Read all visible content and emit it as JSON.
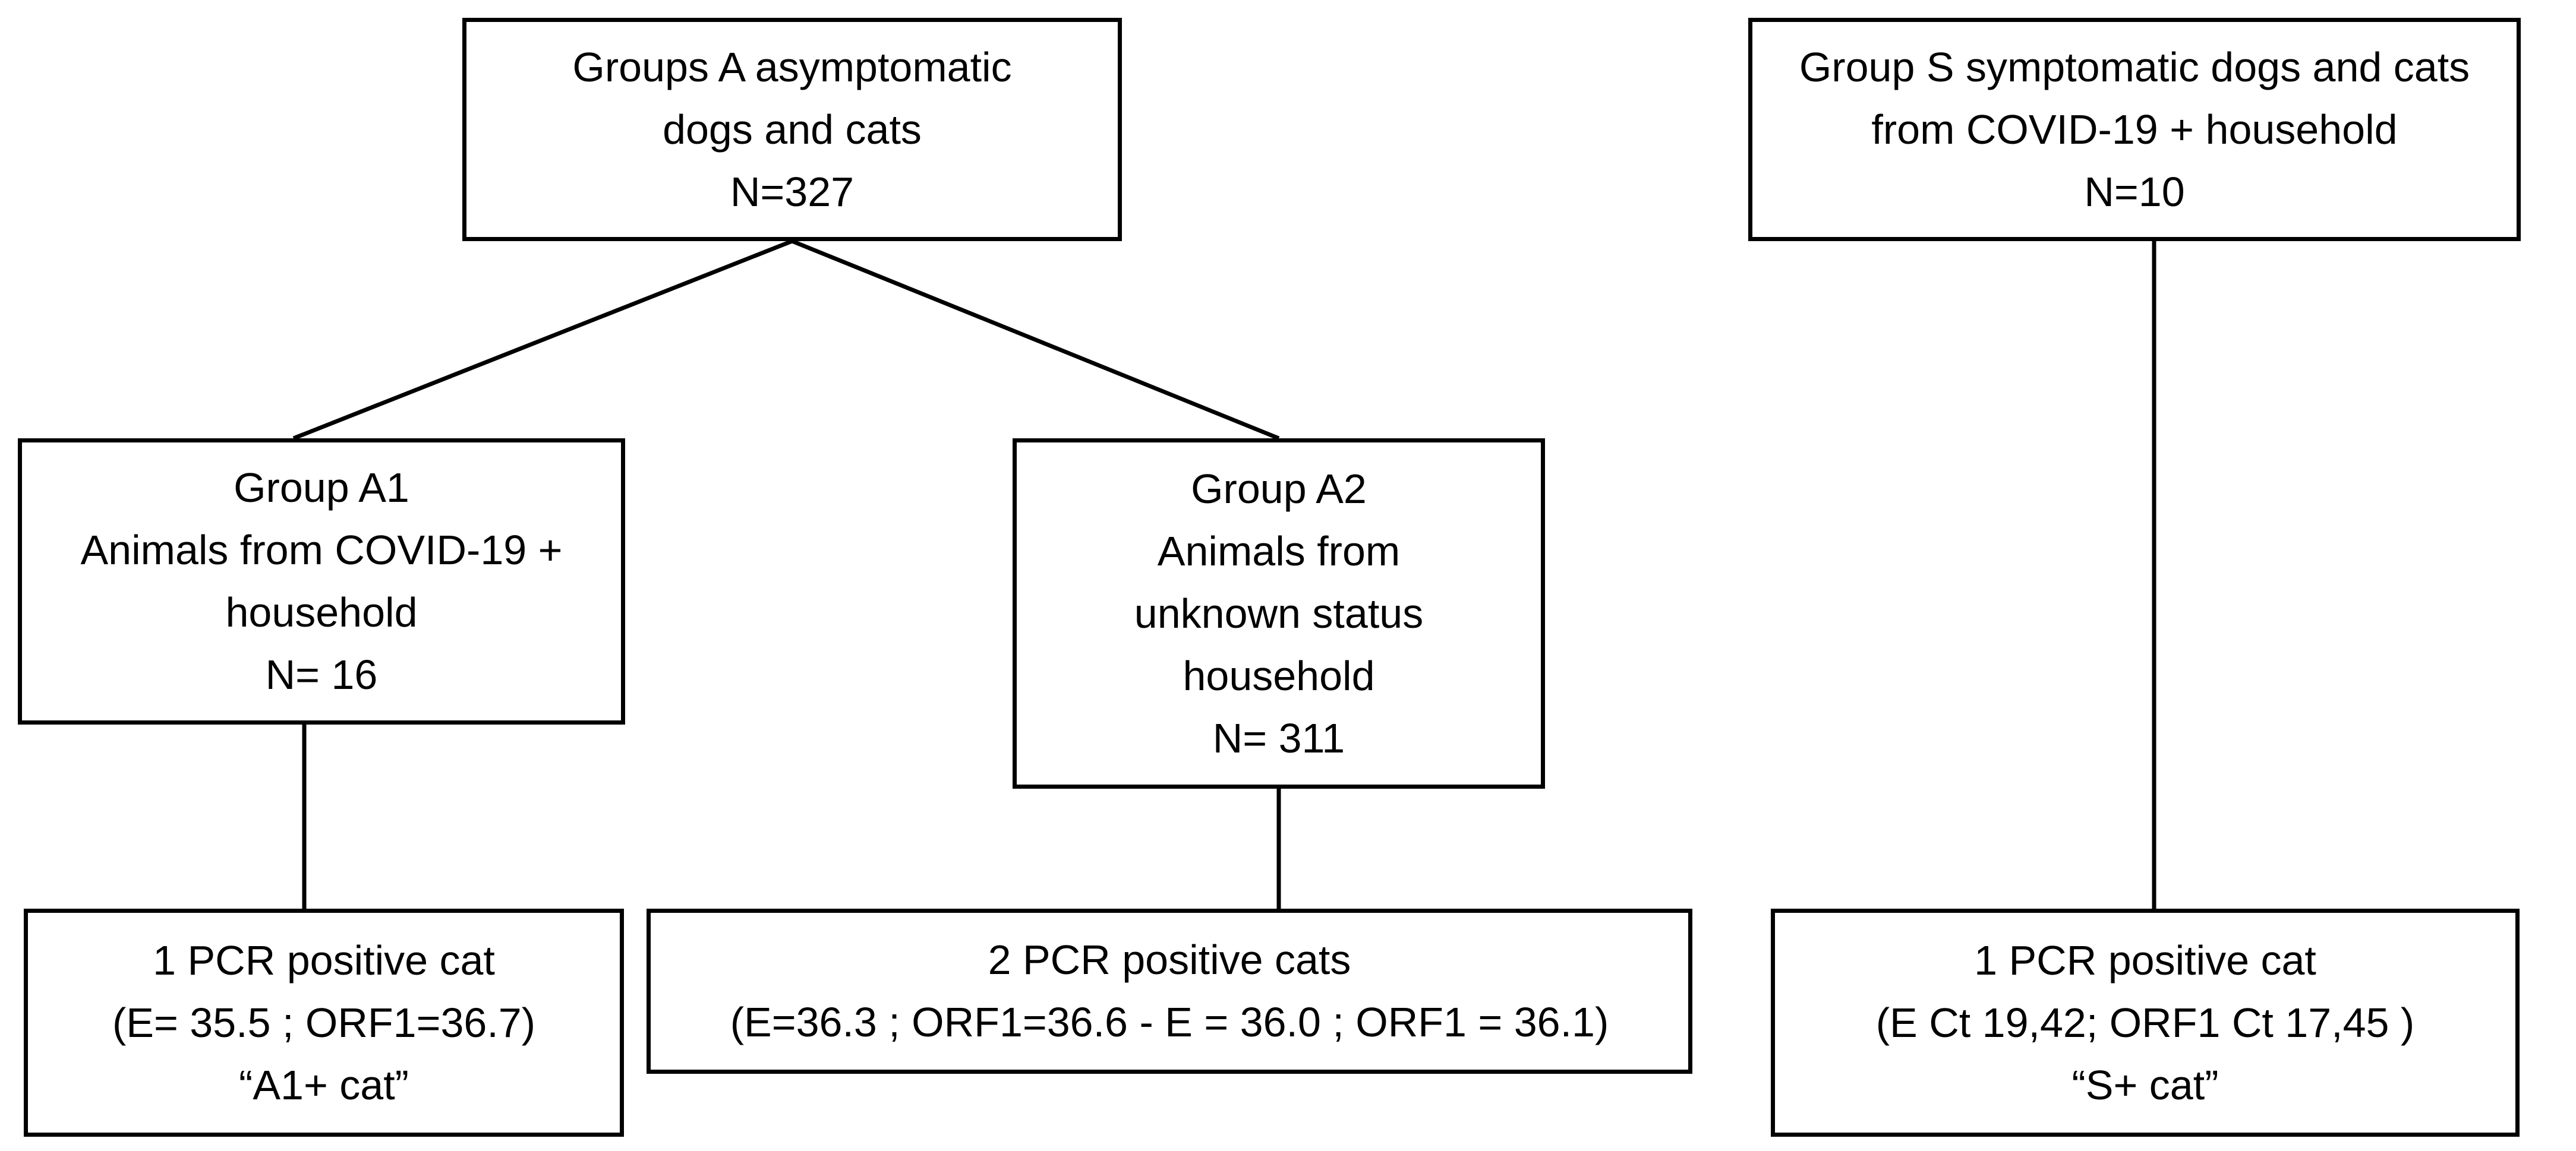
{
  "group_a": {
    "line1": "Groups A asymptomatic",
    "line2": "dogs and cats",
    "line3": "N=327"
  },
  "group_s": {
    "line1": "Group S symptomatic dogs and cats",
    "line2": "from COVID-19 + household",
    "line3": "N=10"
  },
  "group_a1": {
    "line1": "Group A1",
    "line2": "Animals from COVID-19 +",
    "line3": "household",
    "line4": "N= 16"
  },
  "group_a2": {
    "line1": "Group A2",
    "line2": "Animals from",
    "line3": "unknown status",
    "line4": "household",
    "line5": "N= 311"
  },
  "result_a1": {
    "line1": "1 PCR positive cat",
    "line2": "(E= 35.5 ; ORF1=36.7)",
    "line3": "“A1+ cat”"
  },
  "result_a2": {
    "line1": "2 PCR positive cats",
    "line2": "(E=36.3 ; ORF1=36.6 - E = 36.0 ; ORF1 = 36.1)"
  },
  "result_s": {
    "line1": "1 PCR positive cat",
    "line2": "(E Ct 19,42; ORF1 Ct 17,45 )",
    "line3": "“S+ cat”"
  },
  "colors": {
    "stroke": "#000000",
    "background": "#ffffff"
  }
}
